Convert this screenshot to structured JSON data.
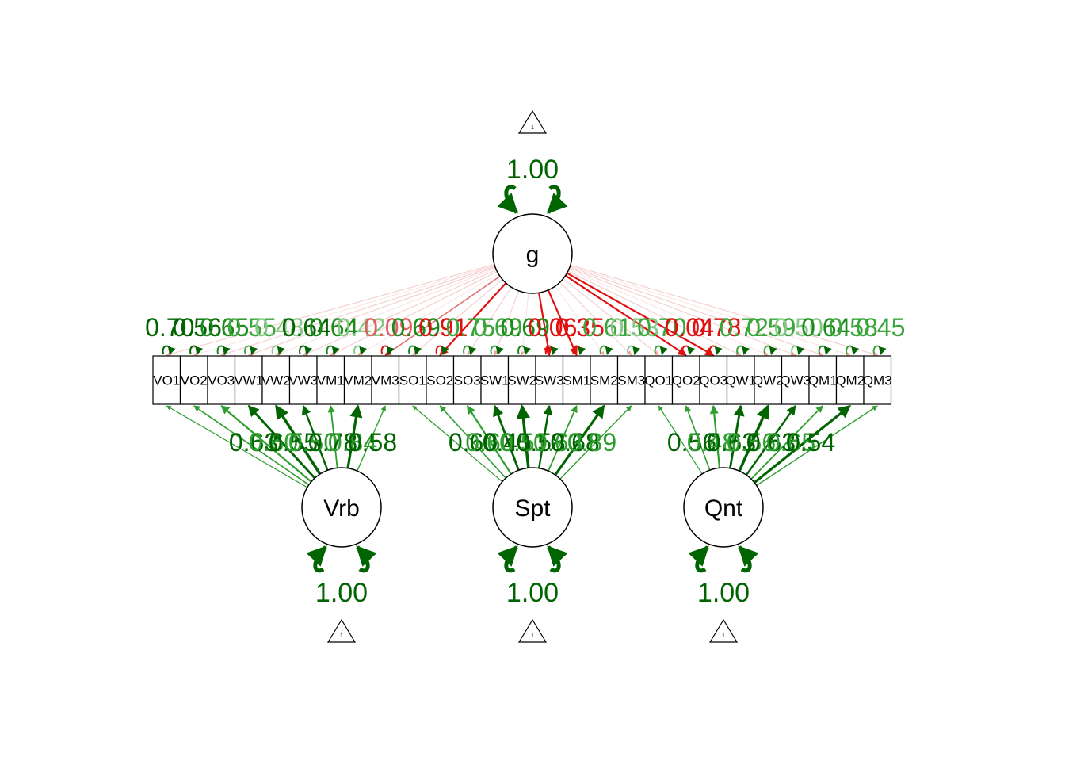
{
  "diagram": {
    "latents": {
      "g": {
        "label": "g"
      },
      "vrb": {
        "label": "Vrb"
      },
      "spt": {
        "label": "Spt"
      },
      "qnt": {
        "label": "Qnt"
      }
    },
    "variance_labels": {
      "g": "1.00",
      "vrb": "1.00",
      "spt": "1.00",
      "qnt": "1.00"
    },
    "intercept_labels": {
      "g": "1",
      "vrb": "1",
      "spt": "1",
      "qnt": "1"
    },
    "indicators": [
      "VO1",
      "VO2",
      "VO3",
      "VW1",
      "VW2",
      "VW3",
      "VM1",
      "VM2",
      "VM3",
      "SO1",
      "SO2",
      "SO3",
      "SW1",
      "SW2",
      "SW3",
      "SM1",
      "SM2",
      "SM3",
      "QO1",
      "QO2",
      "QO3",
      "QW1",
      "QW2",
      "QW3",
      "QM1",
      "QM2",
      "QM3"
    ],
    "top_labels": [
      {
        "text": "0.70",
        "color": "#006400"
      },
      {
        "text": "0.56",
        "color": "#006400"
      },
      {
        "text": "0.65",
        "color": "#1a8a1a"
      },
      {
        "text": "0.55",
        "color": "#3aa53a"
      },
      {
        "text": "0.48",
        "color": "#86c886"
      },
      {
        "text": "0.64",
        "color": "#006400"
      },
      {
        "text": "0.64",
        "color": "#1a8a1a"
      },
      {
        "text": "0.42",
        "color": "#86c886"
      },
      {
        "text": "0.09",
        "color": "#e06060"
      },
      {
        "text": "0.69",
        "color": "#1a8a1a"
      },
      {
        "text": "0.91",
        "color": "#e01010"
      },
      {
        "text": "0.75",
        "color": "#3aa53a"
      },
      {
        "text": "0.69",
        "color": "#3aa53a"
      },
      {
        "text": "0.69",
        "color": "#1a8a1a"
      },
      {
        "text": "0.06",
        "color": "#e01010"
      },
      {
        "text": "0.35",
        "color": "#e01010"
      },
      {
        "text": "0.61",
        "color": "#3aa53a"
      },
      {
        "text": "0.53",
        "color": "#86c886"
      },
      {
        "text": "0.70",
        "color": "#3aa53a"
      },
      {
        "text": "0.04",
        "color": "#e01010"
      },
      {
        "text": "0.78",
        "color": "#e01010"
      },
      {
        "text": "0.72",
        "color": "#3aa53a"
      },
      {
        "text": "0.59",
        "color": "#3aa53a"
      },
      {
        "text": "0.50",
        "color": "#86c886"
      },
      {
        "text": "0.64",
        "color": "#1a8a1a"
      },
      {
        "text": "0.58",
        "color": "#3aa53a"
      },
      {
        "text": "0.45",
        "color": "#3aa53a"
      }
    ],
    "bottom_labels": {
      "vrb": [
        "0.63",
        "0.60",
        "0.55",
        "0.50",
        "0.78",
        "0.84",
        "0.58"
      ],
      "spt": [
        "0.60",
        "0.60",
        "0.45",
        "0.51",
        "0.58",
        "0.63",
        "0.68",
        "0.89"
      ],
      "qnt": [
        "0.56",
        "0.48",
        "0.63",
        "0.56",
        "0.63",
        "0.65",
        "0.54"
      ]
    }
  }
}
